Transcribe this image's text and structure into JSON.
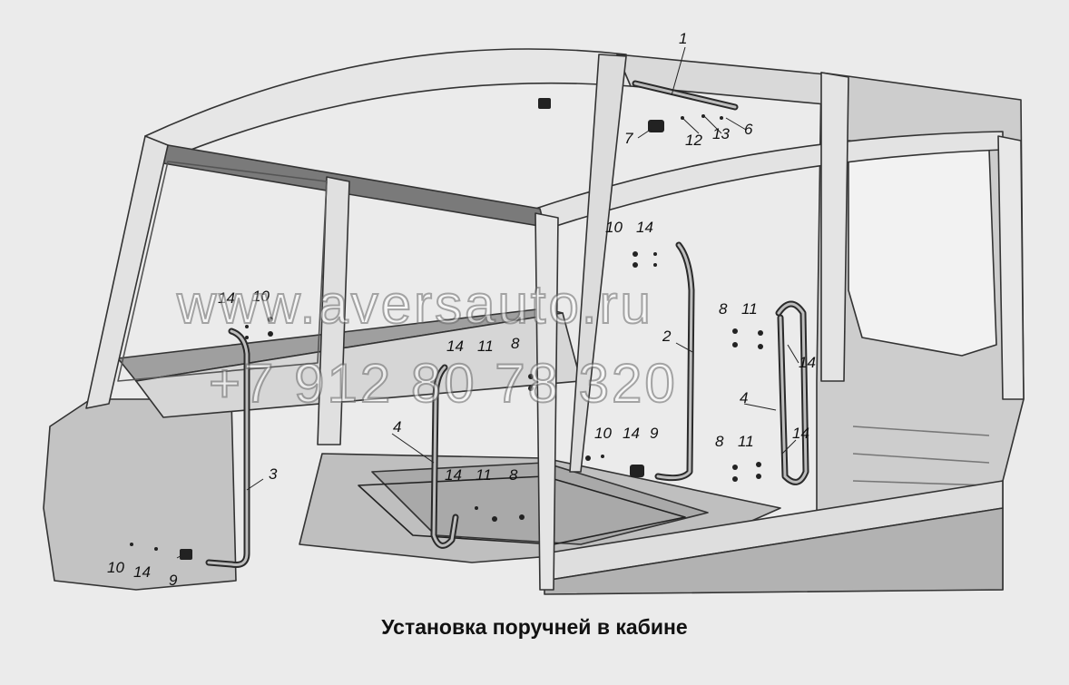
{
  "caption": "Установка поручней в кабине",
  "watermark": {
    "line1": "www.aversauto.ru",
    "line2": "+7 912 80 78 320"
  },
  "callouts": [
    {
      "id": "c1",
      "text": "1"
    },
    {
      "id": "c6",
      "text": "6"
    },
    {
      "id": "c7",
      "text": "7"
    },
    {
      "id": "c12",
      "text": "12"
    },
    {
      "id": "c13",
      "text": "13"
    },
    {
      "id": "c10a",
      "text": "10"
    },
    {
      "id": "c14a",
      "text": "14"
    },
    {
      "id": "c14b",
      "text": "14"
    },
    {
      "id": "c10b",
      "text": "10"
    },
    {
      "id": "c8a",
      "text": "8"
    },
    {
      "id": "c11a",
      "text": "11"
    },
    {
      "id": "c2",
      "text": "2"
    },
    {
      "id": "c14c",
      "text": "14"
    },
    {
      "id": "c11b",
      "text": "11"
    },
    {
      "id": "c8b",
      "text": "8"
    },
    {
      "id": "c14d",
      "text": "14"
    },
    {
      "id": "c4a",
      "text": "4"
    },
    {
      "id": "c3",
      "text": "3"
    },
    {
      "id": "c4b",
      "text": "4"
    },
    {
      "id": "c10c",
      "text": "10"
    },
    {
      "id": "c14e",
      "text": "14"
    },
    {
      "id": "c9a",
      "text": "9"
    },
    {
      "id": "c8c",
      "text": "8"
    },
    {
      "id": "c11c",
      "text": "11"
    },
    {
      "id": "c14f",
      "text": "14"
    },
    {
      "id": "c14g",
      "text": "14"
    },
    {
      "id": "c11d",
      "text": "11"
    },
    {
      "id": "c8d",
      "text": "8"
    },
    {
      "id": "c10d",
      "text": "10"
    },
    {
      "id": "c14h",
      "text": "14"
    },
    {
      "id": "c9b",
      "text": "9"
    }
  ]
}
